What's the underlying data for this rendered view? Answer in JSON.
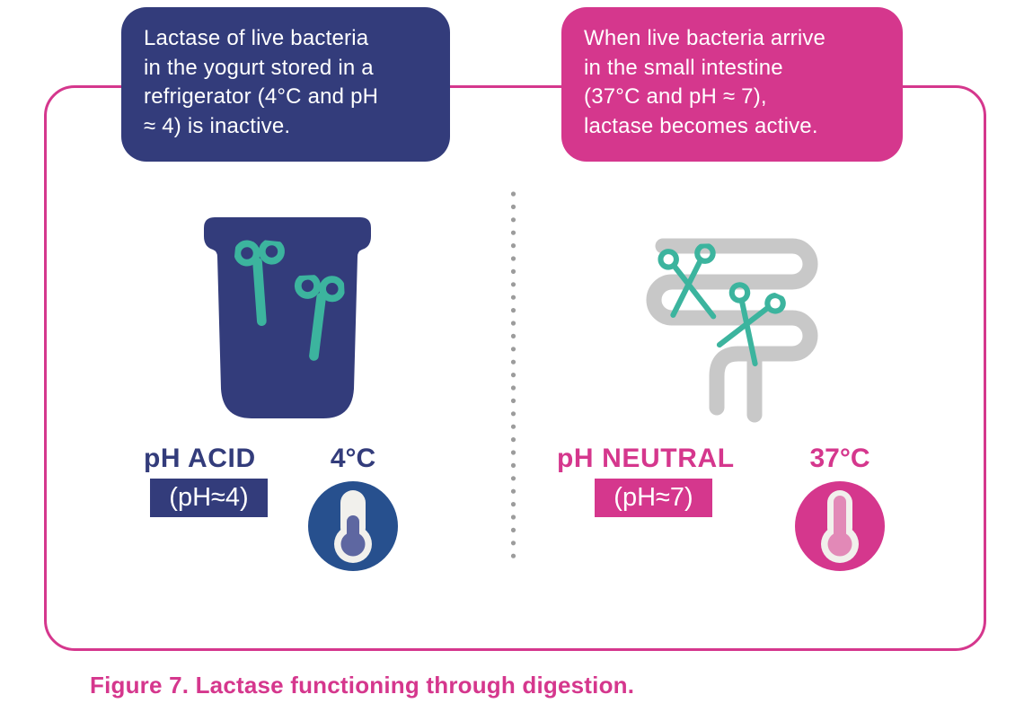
{
  "callouts": {
    "left": {
      "lines": [
        "Lactase of live bacteria",
        "in the yogurt stored in a",
        "refrigerator (4°C and pH",
        "≈ 4) is inactive."
      ],
      "bg_color": "#333c7b"
    },
    "right": {
      "lines": [
        "When live bacteria arrive",
        "in the small intestine",
        "(37°C and pH ≈ 7),",
        "lactase becomes active."
      ],
      "bg_color": "#d5378d"
    }
  },
  "panel": {
    "left_side": {
      "icon": "yogurt-pot-with-closed-scissors",
      "ph_label": "pH ACID",
      "ph_value": "(pH≈4)",
      "temperature": "4°C"
    },
    "right_side": {
      "icon": "small-intestine-with-open-scissors",
      "ph_label": "pH NEUTRAL",
      "ph_value": "(pH≈7)",
      "temperature": "37°C"
    }
  },
  "caption": "Figure 7. Lactase functioning through digestion.",
  "colors": {
    "navy": "#333c7b",
    "pink": "#d5378d",
    "teal_scissors": "#3cb49e",
    "thermometer_circle_blue": "#27508e",
    "mercury_blue": "#5e67a1",
    "mercury_pink": "#e289b7",
    "intestine_gray": "#c8c8c8",
    "divider_dot_gray": "#9c9c9c"
  }
}
